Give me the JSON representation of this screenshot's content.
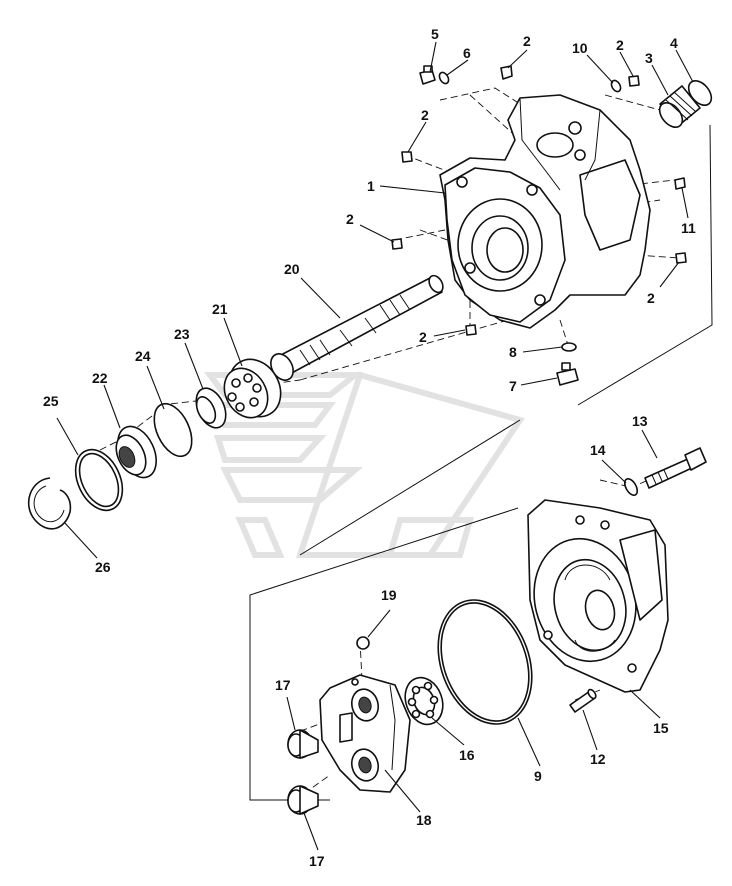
{
  "callouts": [
    {
      "id": "c1",
      "text": "1"
    },
    {
      "id": "c2a",
      "text": "2"
    },
    {
      "id": "c2b",
      "text": "2"
    },
    {
      "id": "c2c",
      "text": "2"
    },
    {
      "id": "c2d",
      "text": "2"
    },
    {
      "id": "c2e",
      "text": "2"
    },
    {
      "id": "c2f",
      "text": "2"
    },
    {
      "id": "c3",
      "text": "3"
    },
    {
      "id": "c4",
      "text": "4"
    },
    {
      "id": "c5",
      "text": "5"
    },
    {
      "id": "c6",
      "text": "6"
    },
    {
      "id": "c7",
      "text": "7"
    },
    {
      "id": "c8",
      "text": "8"
    },
    {
      "id": "c9",
      "text": "9"
    },
    {
      "id": "c10",
      "text": "10"
    },
    {
      "id": "c11",
      "text": "11"
    },
    {
      "id": "c12",
      "text": "12"
    },
    {
      "id": "c13",
      "text": "13"
    },
    {
      "id": "c14",
      "text": "14"
    },
    {
      "id": "c15",
      "text": "15"
    },
    {
      "id": "c16",
      "text": "16"
    },
    {
      "id": "c17a",
      "text": "17"
    },
    {
      "id": "c17b",
      "text": "17"
    },
    {
      "id": "c18",
      "text": "18"
    },
    {
      "id": "c19",
      "text": "19"
    },
    {
      "id": "c20",
      "text": "20"
    },
    {
      "id": "c21",
      "text": "21"
    },
    {
      "id": "c22",
      "text": "22"
    },
    {
      "id": "c23",
      "text": "23"
    },
    {
      "id": "c24",
      "text": "24"
    },
    {
      "id": "c25",
      "text": "25"
    },
    {
      "id": "c26",
      "text": "26"
    }
  ]
}
